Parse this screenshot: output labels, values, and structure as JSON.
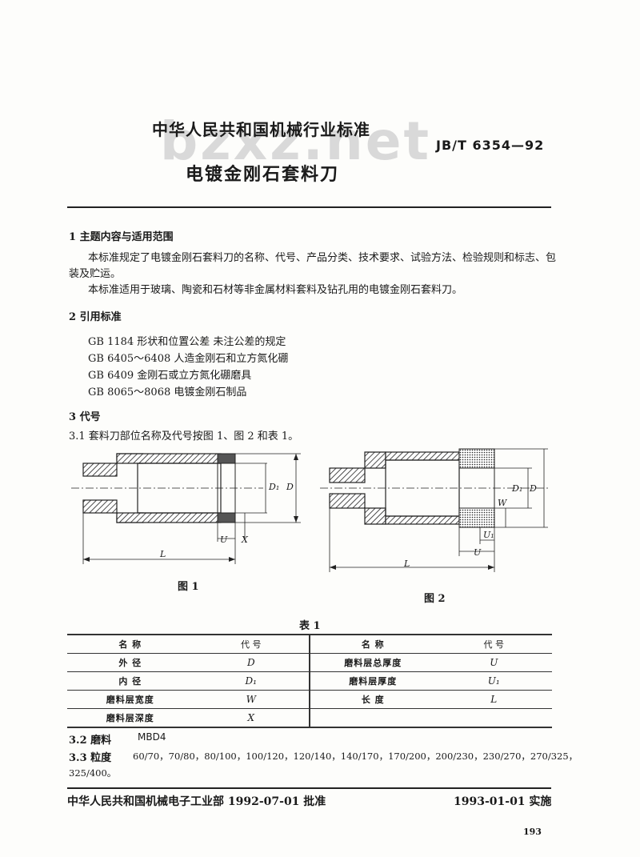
{
  "header": {
    "org_standard": "中华人民共和国机械行业标准",
    "standard_no": "JB/T 6354—92",
    "title": "电镀金刚石套料刀",
    "watermark": "bzxz.net"
  },
  "section1": {
    "heading": "1  主题内容与适用范围",
    "para1_line1": "本标准规定了电镀金刚石套料刀的名称、代号、产品分类、技术要求、试验方法、检验规则和标志、包",
    "para1_line2": "装及贮运。",
    "para2": "本标准适用于玻璃、陶瓷和石材等非金属材料套料及钻孔用的电镀金刚石套料刀。"
  },
  "section2": {
    "heading": "2  引用标准",
    "refs": [
      "GB 1184    形状和位置公差    未注公差的规定",
      "GB 6405～6408    人造金刚石和立方氮化硼",
      "GB 6409    金刚石或立方氮化硼磨具",
      "GB 8065～8068    电镀金刚石制品"
    ]
  },
  "section3": {
    "heading": "3  代号",
    "s31": "3.1    套料刀部位名称及代号按图 1、图 2 和表 1。",
    "fig1_caption": "图 1",
    "fig2_caption": "图 2",
    "fig_labels": {
      "L": "L",
      "U": "U",
      "X": "X",
      "D": "D",
      "D1": "D₁",
      "W": "W",
      "U1": "U₁"
    }
  },
  "table1": {
    "caption": "表 1",
    "headers": [
      "名            称",
      "代    号",
      "名            称",
      "代    号"
    ],
    "rows": [
      [
        "外            径",
        "D",
        "磨料层总厚度",
        "U"
      ],
      [
        "内            径",
        "D₁",
        "磨料层厚度",
        "U₁"
      ],
      [
        "磨料层宽度",
        "W",
        "长            度",
        "L"
      ],
      [
        "磨料层深度",
        "X",
        "",
        ""
      ]
    ]
  },
  "section32": {
    "label": "3.2  磨料",
    "value": "MBD4"
  },
  "section33": {
    "label": "3.3  粒度",
    "line1": "60/70，70/80，80/100，100/120，120/140，140/170，170/200，200/230，230/270，270/325，",
    "line2": "325/400。"
  },
  "footer": {
    "approval": "中华人民共和国机械电子工业部 1992-07-01 批准",
    "effective": "1993-01-01 实施",
    "page": "193"
  }
}
